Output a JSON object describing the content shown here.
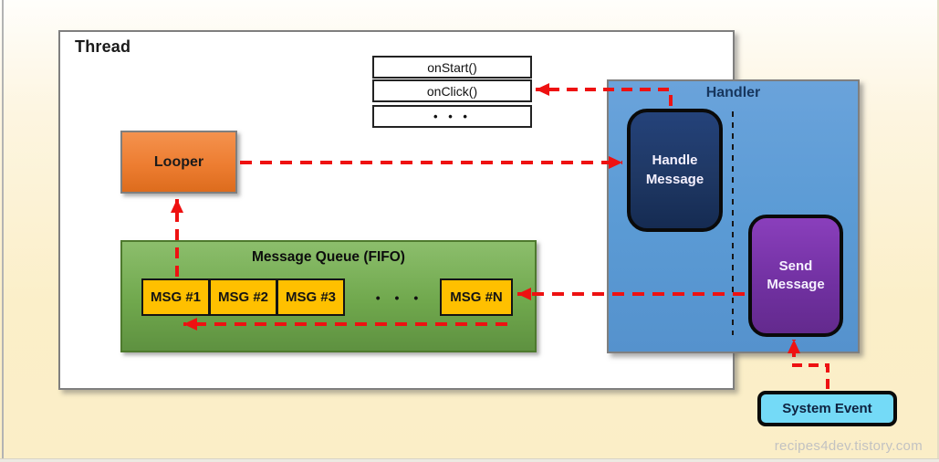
{
  "diagram": {
    "thread_label": "Thread",
    "callbacks": {
      "rows": [
        "onStart()",
        "onClick()",
        "• • •"
      ]
    },
    "looper_label": "Looper",
    "queue": {
      "title": "Message Queue (FIFO)",
      "messages": [
        "MSG #1",
        "MSG #2",
        "MSG #3",
        "MSG #N"
      ],
      "ellipsis": "• • •"
    },
    "handler": {
      "label": "Handler",
      "handle_message_label": "Handle Message",
      "send_message_label": "Send Message"
    },
    "system_event_label": "System Event",
    "watermark": "recipes4dev.tistory.com",
    "arrows": [
      "msg1-to-looper",
      "looper-to-handle-message",
      "handle-message-to-onclick",
      "send-message-to-msgN",
      "queue-dequeue-direction",
      "system-event-to-send-message"
    ],
    "colors": {
      "background_cream": "#fbefc9",
      "thread_fill": "#ffffff",
      "looper_orange": "#ed7d31",
      "queue_green": "#70a84d",
      "msg_yellow": "#ffc000",
      "handler_blue": "#5b9bd5",
      "handle_message_navy": "#1f3864",
      "send_message_purple": "#7030a0",
      "system_event_cyan": "#74daf7",
      "arrow_red": "#ee1111"
    }
  }
}
